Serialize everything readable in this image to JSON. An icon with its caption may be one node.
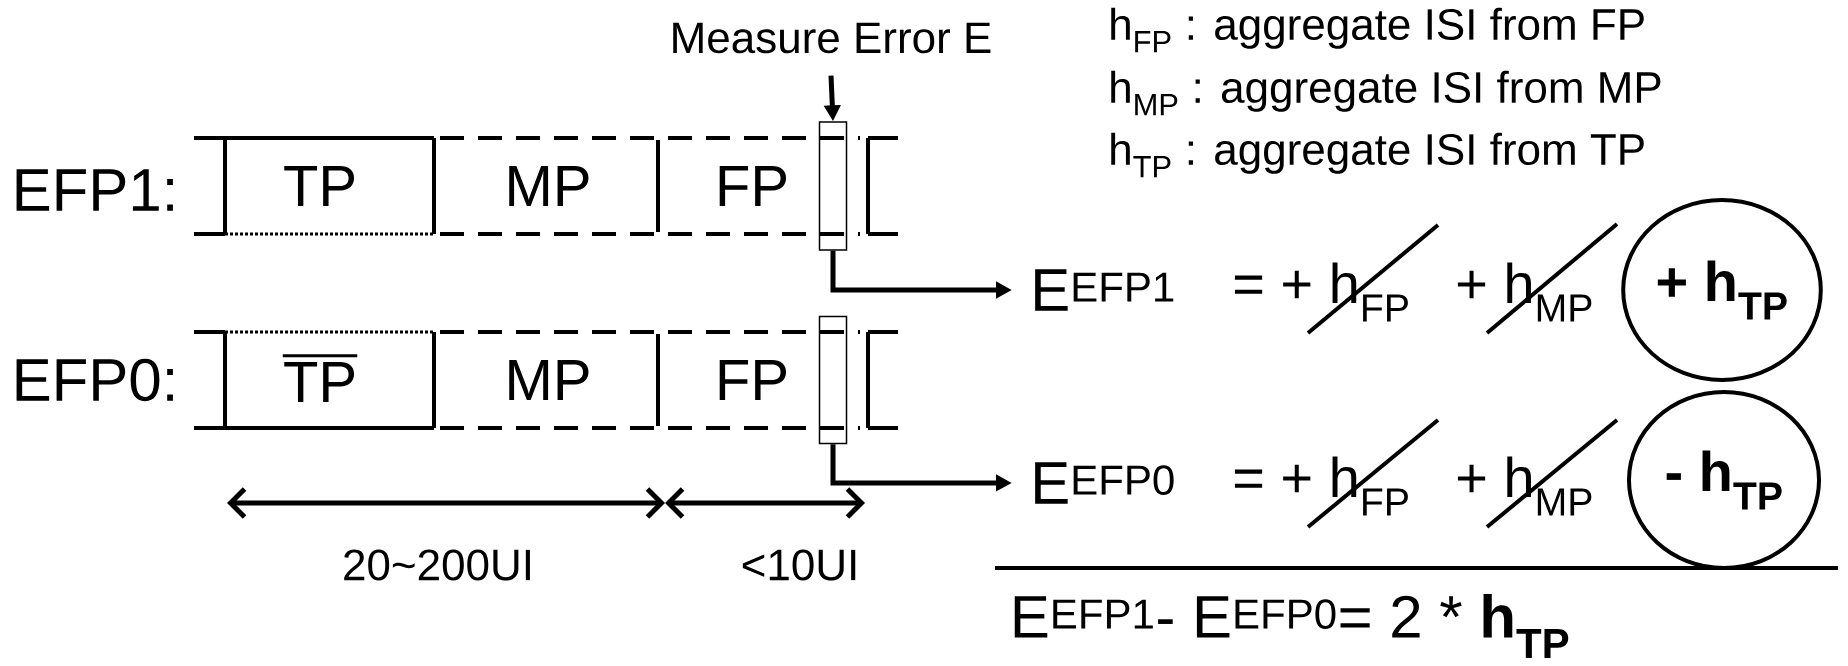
{
  "diagram": {
    "nodes": [
      {
        "text": [
          "Measure Error E"
        ]
      },
      {
        "text": [],
        "shape": "box"
      },
      {
        "text": [
          "E$^{EFP1}$"
        ]
      },
      {
        "text": [
          "+ h$_{TP}$"
        ]
      },
      {
        "text": [],
        "shape": "box"
      },
      {
        "text": [
          "E$^{EFP0}$"
        ]
      },
      {
        "text": [
          "- h$_{TP}$"
        ]
      }
    ],
    "edges": [
      {
        "from": 0,
        "to": 1,
        "arrow": "to"
      },
      {
        "from": 1,
        "to": 2,
        "arrow": "to"
      },
      {
        "from": 4,
        "to": 5,
        "arrow": "to"
      }
    ],
    "labels": [
      "h$_{FP}$ : aggregate ISI from FP",
      "h$_{MP}$ : aggregate ISI from MP",
      "h$_{TP}$ : aggregate ISI from TP",
      "EFP1:",
      "TP",
      "MP",
      "FP",
      "= + h$_{FP}$",
      "+ h$_{MP}$",
      "EFP0:",
      "TP",
      "MP",
      "FP",
      "= + h$_{FP}$",
      "+ h$_{MP}$",
      "20~200UI",
      "<10UI",
      "E$^{EFP1}$- E$^{EFP0}$= 2 * **h$_{TP}$**"
    ]
  }
}
